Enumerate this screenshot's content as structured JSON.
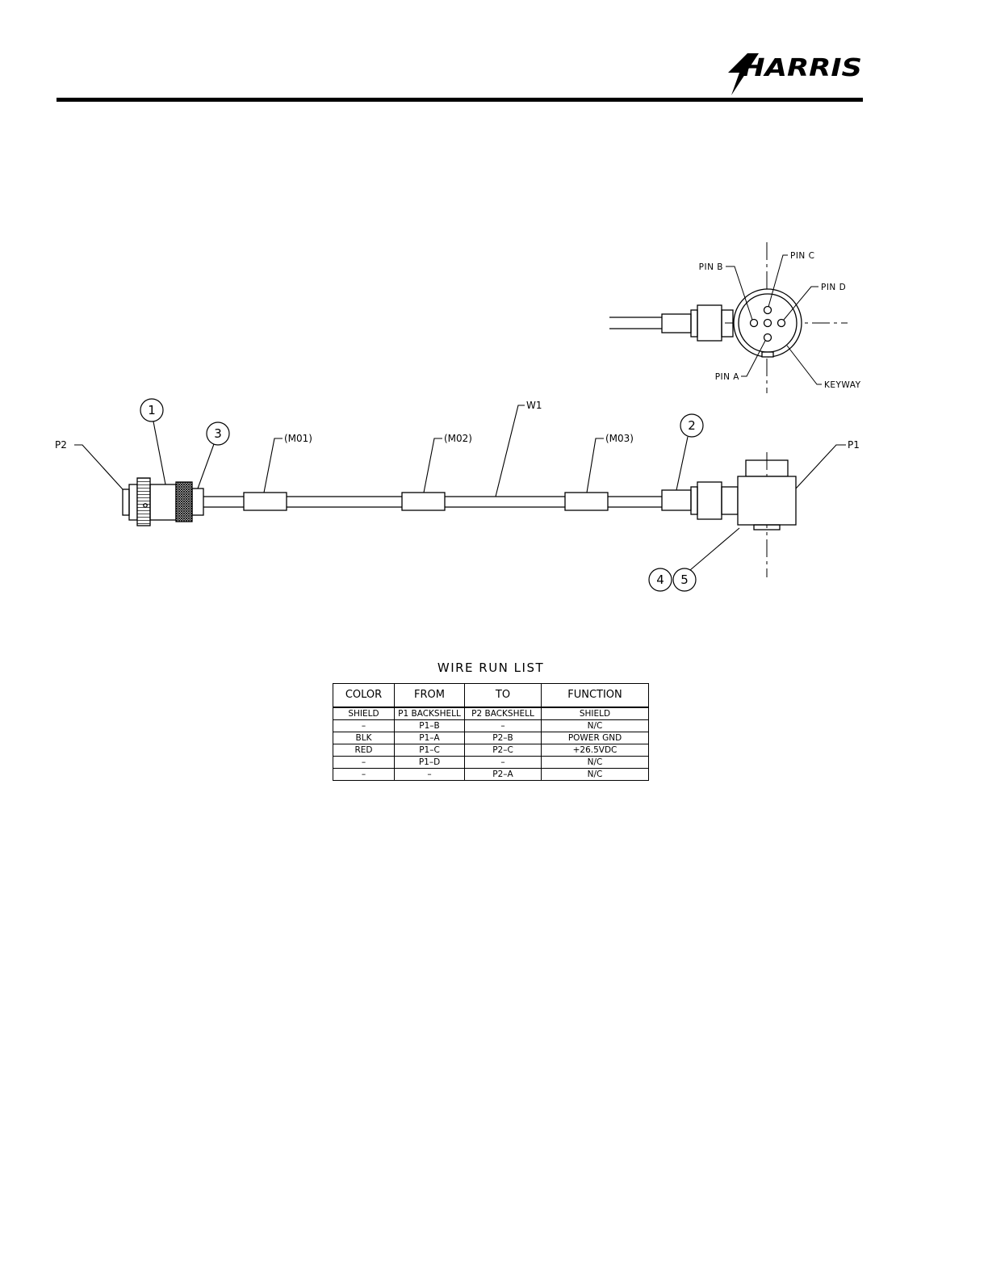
{
  "header": {
    "brand": "HARRIS",
    "brand_color": "#000000"
  },
  "diagram": {
    "callouts": {
      "p2": "P2",
      "p1": "P1",
      "w1": "W1",
      "m01": "(M01)",
      "m02": "(M02)",
      "m03": "(M03)"
    },
    "balloons": {
      "b1": "1",
      "b2": "2",
      "b3": "3",
      "b4": "4",
      "b5": "5"
    },
    "pin_view": {
      "pin_a": "PIN  A",
      "pin_b": "PIN  B",
      "pin_c": "PIN  C",
      "pin_d": "PIN  D",
      "keyway": "KEYWAY"
    }
  },
  "wire_run_list": {
    "title": "WIRE  RUN  LIST",
    "headers": [
      "COLOR",
      "FROM",
      "TO",
      "FUNCTION"
    ],
    "rows": [
      [
        "SHIELD",
        "P1 BACKSHELL",
        "P2 BACKSHELL",
        "SHIELD"
      ],
      [
        "–",
        "P1–B",
        "–",
        "N/C"
      ],
      [
        "BLK",
        "P1–A",
        "P2–B",
        "POWER  GND"
      ],
      [
        "RED",
        "P1–C",
        "P2–C",
        "+26.5VDC"
      ],
      [
        "–",
        "P1–D",
        "–",
        "N/C"
      ],
      [
        "–",
        "–",
        "P2–A",
        "N/C"
      ]
    ]
  }
}
